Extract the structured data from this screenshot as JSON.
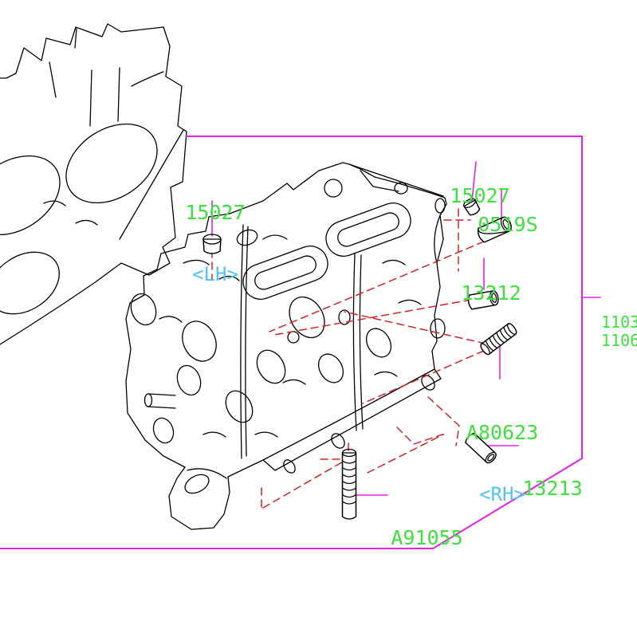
{
  "diagram": {
    "kind": "parts-diagram",
    "subject": "cylinder-head"
  },
  "colors": {
    "label-green": "#3fdf3f",
    "variant-cyan": "#55c3f2",
    "leader-magenta": "#e322e3",
    "dash-red": "#cc2626",
    "line-black": "#000000",
    "background": "#ffffff"
  },
  "labels": {
    "plug_lh": {
      "part_no": "15027",
      "variant": "<LH>"
    },
    "plug_rh": {
      "part_no": "15027"
    },
    "plug_0519s": {
      "part_no": "0519S"
    },
    "pin_13212": {
      "part_no": "13212"
    },
    "ref_top": {
      "part_no": "1103"
    },
    "ref_bottom": {
      "part_no": "1106"
    },
    "stud_a80623": {
      "part_no": "A80623",
      "variant": "<RH>"
    },
    "pin_13213": {
      "part_no": "13213"
    },
    "stud_a91055": {
      "part_no": "A91055"
    }
  }
}
